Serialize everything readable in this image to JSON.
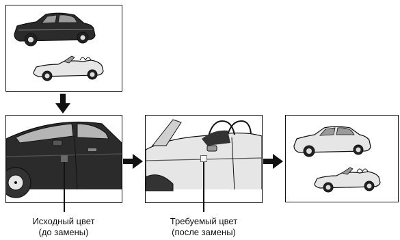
{
  "diagram": {
    "labels": {
      "original_color": [
        "Исходный цвет",
        "(до замены)"
      ],
      "target_color": [
        "Требуемый цвет",
        "(после замены)"
      ]
    },
    "icons": {
      "frames": [
        "cars-before-icon",
        "sedan-closeup-icon",
        "convertible-closeup-icon",
        "cars-after-icon"
      ],
      "arrows": [
        "arrow-down-icon",
        "arrow-right-icon",
        "arrow-right-icon"
      ]
    },
    "colors": {
      "original_car": "#2b2b2b",
      "target_car": "#e6e6e6",
      "line": "#111111"
    }
  }
}
